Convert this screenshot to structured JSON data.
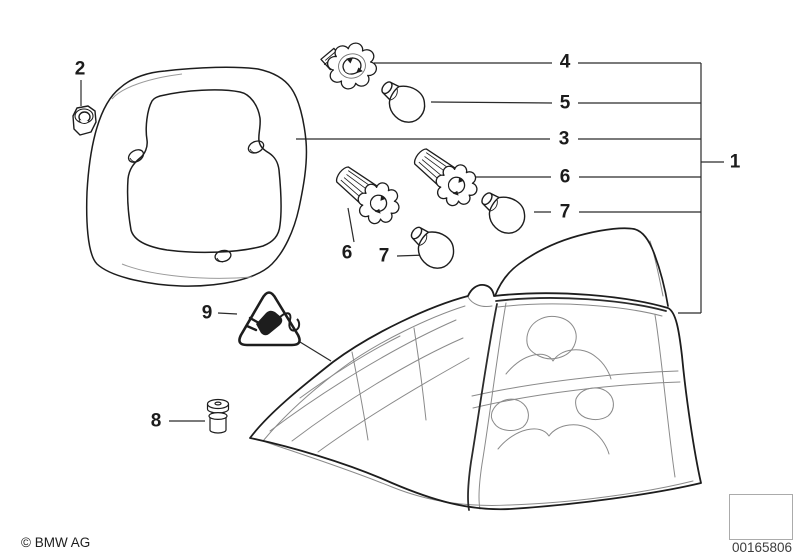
{
  "diagram": {
    "callout_labels": [
      "1",
      "2",
      "3",
      "4",
      "5",
      "6",
      "7",
      "6",
      "7",
      "9",
      "8"
    ],
    "copyright": "© BMW AG",
    "image_number": "00165806",
    "icons": {
      "warning_triangle": "electrical-plug-warning-triangle",
      "change_marker": "bent-3d-arrow",
      "parts_depicted": [
        "hex-nut",
        "rear-light-gasket",
        "bulb-socket",
        "bulb",
        "long-bulb-socket",
        "mounting-grommet",
        "tail-light-assembly"
      ]
    },
    "colors": {
      "background": "#ffffff",
      "line": "#1d1d1d",
      "detail_line": "#8a8a8a",
      "box_border": "#ababab",
      "number_text": "#3c3c3c"
    }
  }
}
